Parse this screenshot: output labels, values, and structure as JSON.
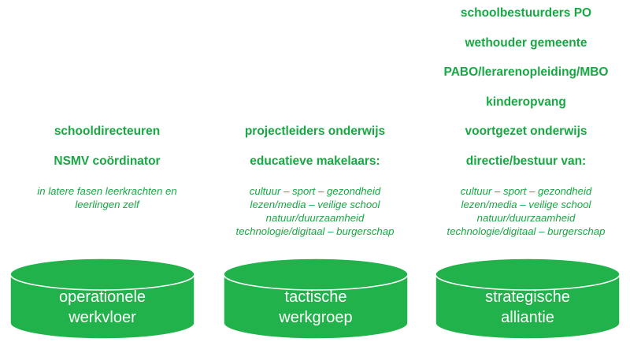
{
  "columns": [
    {
      "roles": [
        "schooldirecteuren",
        "NSMV coördinator"
      ],
      "details": [
        "in latere fasen leerkrachten en",
        "leerlingen zelf"
      ],
      "cylinder_label": [
        "operationele",
        "werkvloer"
      ]
    },
    {
      "roles": [
        "projectleiders onderwijs",
        "educatieve makelaars:"
      ],
      "details": [
        "cultuur – sport – gezondheid",
        "lezen/media – veilige school",
        "natuur/duurzaamheid",
        "technologie/digitaal – burgerschap"
      ],
      "cylinder_label": [
        "tactische",
        "werkgroep"
      ]
    },
    {
      "roles": [
        "schoolbestuurders PO",
        "wethouder gemeente",
        "PABO/lerarenopleiding/MBO",
        "kinderopvang",
        "voortgezet onderwijs",
        "directie/bestuur van:"
      ],
      "details": [
        "cultuur – sport – gezondheid",
        "lezen/media – veilige school",
        "natuur/duurzaamheid",
        "technologie/digitaal – burgerschap"
      ],
      "cylinder_label": [
        "strategische",
        "alliantie"
      ]
    }
  ],
  "colors": {
    "text_green": "#17a843",
    "cylinder_fill": "#21b24b",
    "cylinder_edge": "#ffffff"
  }
}
